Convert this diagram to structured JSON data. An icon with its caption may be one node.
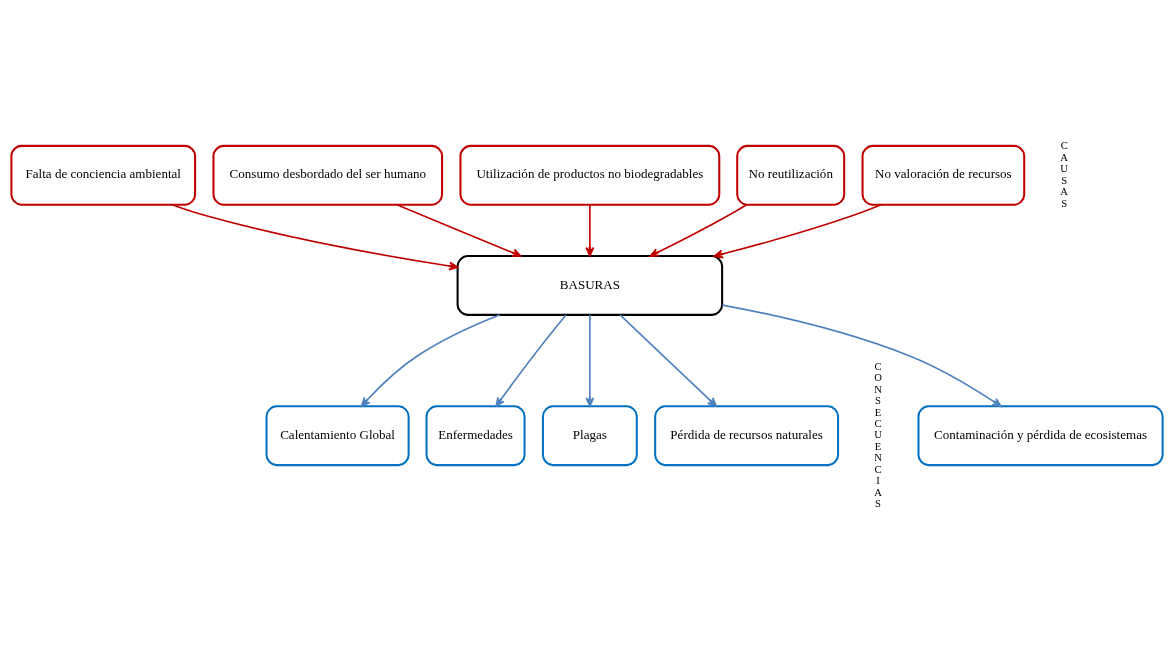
{
  "diagram": {
    "nodes": [
      {
        "text": [
          "Falta de conciencia ambiental"
        ]
      },
      {
        "text": [
          "Consumo desbordado del ser humano"
        ]
      },
      {
        "text": [
          "Utilización de productos no biodegradables"
        ]
      },
      {
        "text": [
          "No reutilización"
        ]
      },
      {
        "text": [
          "No valoración de recursos"
        ]
      },
      {
        "text": [
          "BASURAS"
        ]
      },
      {
        "text": [
          "Contaminación y pérdida de ecosistemas"
        ]
      },
      {
        "text": [
          "Calentamiento Global"
        ]
      },
      {
        "text": [
          "Enfermedades"
        ]
      },
      {
        "text": [
          "Plagas"
        ]
      },
      {
        "text": [
          "Pérdida de recursos naturales"
        ]
      }
    ],
    "edges": [
      {
        "from": 0,
        "to": 5,
        "arrow": "to",
        "color": "#c00000"
      },
      {
        "from": 1,
        "to": 5,
        "arrow": "to",
        "color": "#c00000"
      },
      {
        "from": 2,
        "to": 5,
        "arrow": "to",
        "color": "#c00000"
      },
      {
        "from": 3,
        "to": 5,
        "arrow": "to",
        "color": "#c00000"
      },
      {
        "from": 4,
        "to": 5,
        "arrow": "to",
        "color": "#c00000"
      },
      {
        "from": 5,
        "to": 6,
        "arrow": "to",
        "color": "#4f81bd"
      },
      {
        "from": 5,
        "to": 7,
        "arrow": "to",
        "color": "#4f81bd"
      },
      {
        "from": 5,
        "to": 8,
        "arrow": "to",
        "color": "#4f81bd"
      },
      {
        "from": 5,
        "to": 9,
        "arrow": "to",
        "color": "#4f81bd"
      },
      {
        "from": 5,
        "to": 10,
        "arrow": "to",
        "color": "#4f81bd"
      }
    ],
    "labels": [
      "CAUSAS",
      "CONSECUENCIAS"
    ]
  }
}
